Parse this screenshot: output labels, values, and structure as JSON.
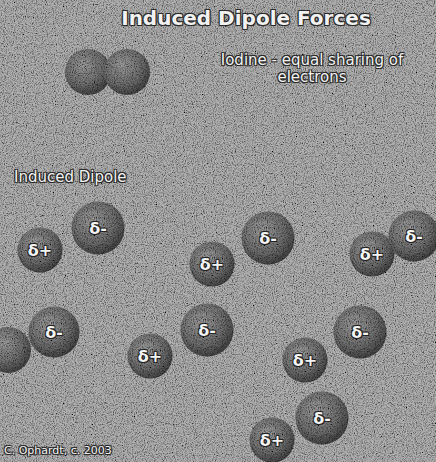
{
  "diagram": {
    "title": "Induced Dipole Forces",
    "nodes": [
      {
        "text": [
          "δ+"
        ]
      },
      {
        "text": [
          "δ-"
        ]
      },
      {
        "text": [
          "δ+"
        ]
      },
      {
        "text": [
          "δ-"
        ]
      },
      {
        "text": [
          "δ+"
        ]
      },
      {
        "text": [
          "δ-"
        ]
      },
      {
        "text": [
          "δ-"
        ]
      },
      {
        "text": [
          "δ+"
        ]
      },
      {
        "text": [
          "δ-"
        ]
      },
      {
        "text": [
          "δ+"
        ]
      },
      {
        "text": [
          "δ-"
        ]
      },
      {
        "text": [
          "δ+"
        ]
      },
      {
        "text": [
          "δ-"
        ]
      }
    ],
    "labels": [
      "Iodine - equal sharing of electrons",
      "Induced Dipole",
      "C. Ophardt, c. 2003"
    ]
  }
}
